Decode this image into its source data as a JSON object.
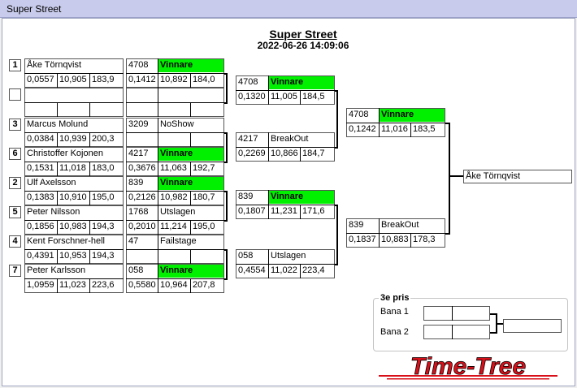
{
  "window": {
    "title": "Super Street"
  },
  "header": {
    "title": "Super Street",
    "datetime": "2022-06-26 14:09:06"
  },
  "round1": [
    {
      "seed": "1",
      "name": "Åke Törnqvist",
      "rt": "0,0557",
      "et": "10,905",
      "speed": "183,9",
      "num": "4708",
      "result": "Vinnare",
      "win": true,
      "rt2": "0,1412",
      "et2": "10,892",
      "speed2": "184,0"
    },
    {
      "seed": "",
      "name": "",
      "rt": "",
      "et": "",
      "speed": "",
      "num": "",
      "result": "",
      "win": false,
      "rt2": "",
      "et2": "",
      "speed2": ""
    },
    {
      "seed": "3",
      "name": "Marcus Molund",
      "rt": "0,0384",
      "et": "10,939",
      "speed": "200,3",
      "num": "3209",
      "result": "NoShow",
      "win": false,
      "rt2": "",
      "et2": "",
      "speed2": ""
    },
    {
      "seed": "6",
      "name": "Christoffer Kojonen",
      "rt": "0,1531",
      "et": "11,018",
      "speed": "183,0",
      "num": "4217",
      "result": "Vinnare",
      "win": true,
      "rt2": "0,3676",
      "et2": "11,063",
      "speed2": "192,7"
    },
    {
      "seed": "2",
      "name": "Ulf Axelsson",
      "rt": "0,1383",
      "et": "10,910",
      "speed": "195,0",
      "num": "839",
      "result": "Vinnare",
      "win": true,
      "rt2": "0,2126",
      "et2": "10,982",
      "speed2": "180,7"
    },
    {
      "seed": "5",
      "name": "Peter Nilsson",
      "rt": "0,1856",
      "et": "10,983",
      "speed": "194,3",
      "num": "1768",
      "result": "Utslagen",
      "win": false,
      "rt2": "0,2010",
      "et2": "11,214",
      "speed2": "195,0"
    },
    {
      "seed": "4",
      "name": "Kent Forschner-hell",
      "rt": "0,4391",
      "et": "10,953",
      "speed": "194,3",
      "num": "47",
      "result": "Failstage",
      "win": false,
      "rt2": "",
      "et2": "",
      "speed2": ""
    },
    {
      "seed": "7",
      "name": "Peter Karlsson",
      "rt": "1,0959",
      "et": "11,023",
      "speed": "223,6",
      "num": "058",
      "result": "Vinnare",
      "win": true,
      "rt2": "0,5580",
      "et2": "10,964",
      "speed2": "207,8"
    }
  ],
  "round2": [
    {
      "num": "4708",
      "result": "Vinnare",
      "win": true,
      "rt": "0,1320",
      "et": "11,005",
      "speed": "184,5"
    },
    {
      "num": "4217",
      "result": "BreakOut",
      "win": false,
      "rt": "0,2269",
      "et": "10,866",
      "speed": "184,7"
    },
    {
      "num": "839",
      "result": "Vinnare",
      "win": true,
      "rt": "0,1807",
      "et": "11,231",
      "speed": "171,6"
    },
    {
      "num": "058",
      "result": "Utslagen",
      "win": false,
      "rt": "0,4554",
      "et": "11,022",
      "speed": "223,4"
    }
  ],
  "round3": [
    {
      "num": "4708",
      "result": "Vinnare",
      "win": true,
      "rt": "0,1242",
      "et": "11,016",
      "speed": "183,5"
    },
    {
      "num": "839",
      "result": "BreakOut",
      "win": false,
      "rt": "0,1837",
      "et": "10,883",
      "speed": "178,3"
    }
  ],
  "winner": {
    "name": "Åke Törnqvist"
  },
  "third_prize": {
    "legend": "3e pris",
    "lane1_label": "Bana 1",
    "lane2_label": "Bana 2"
  },
  "logo": {
    "text": "Time-Tree"
  },
  "colors": {
    "winner_highlight": "#00f000",
    "logo_red": "#d8101a"
  }
}
